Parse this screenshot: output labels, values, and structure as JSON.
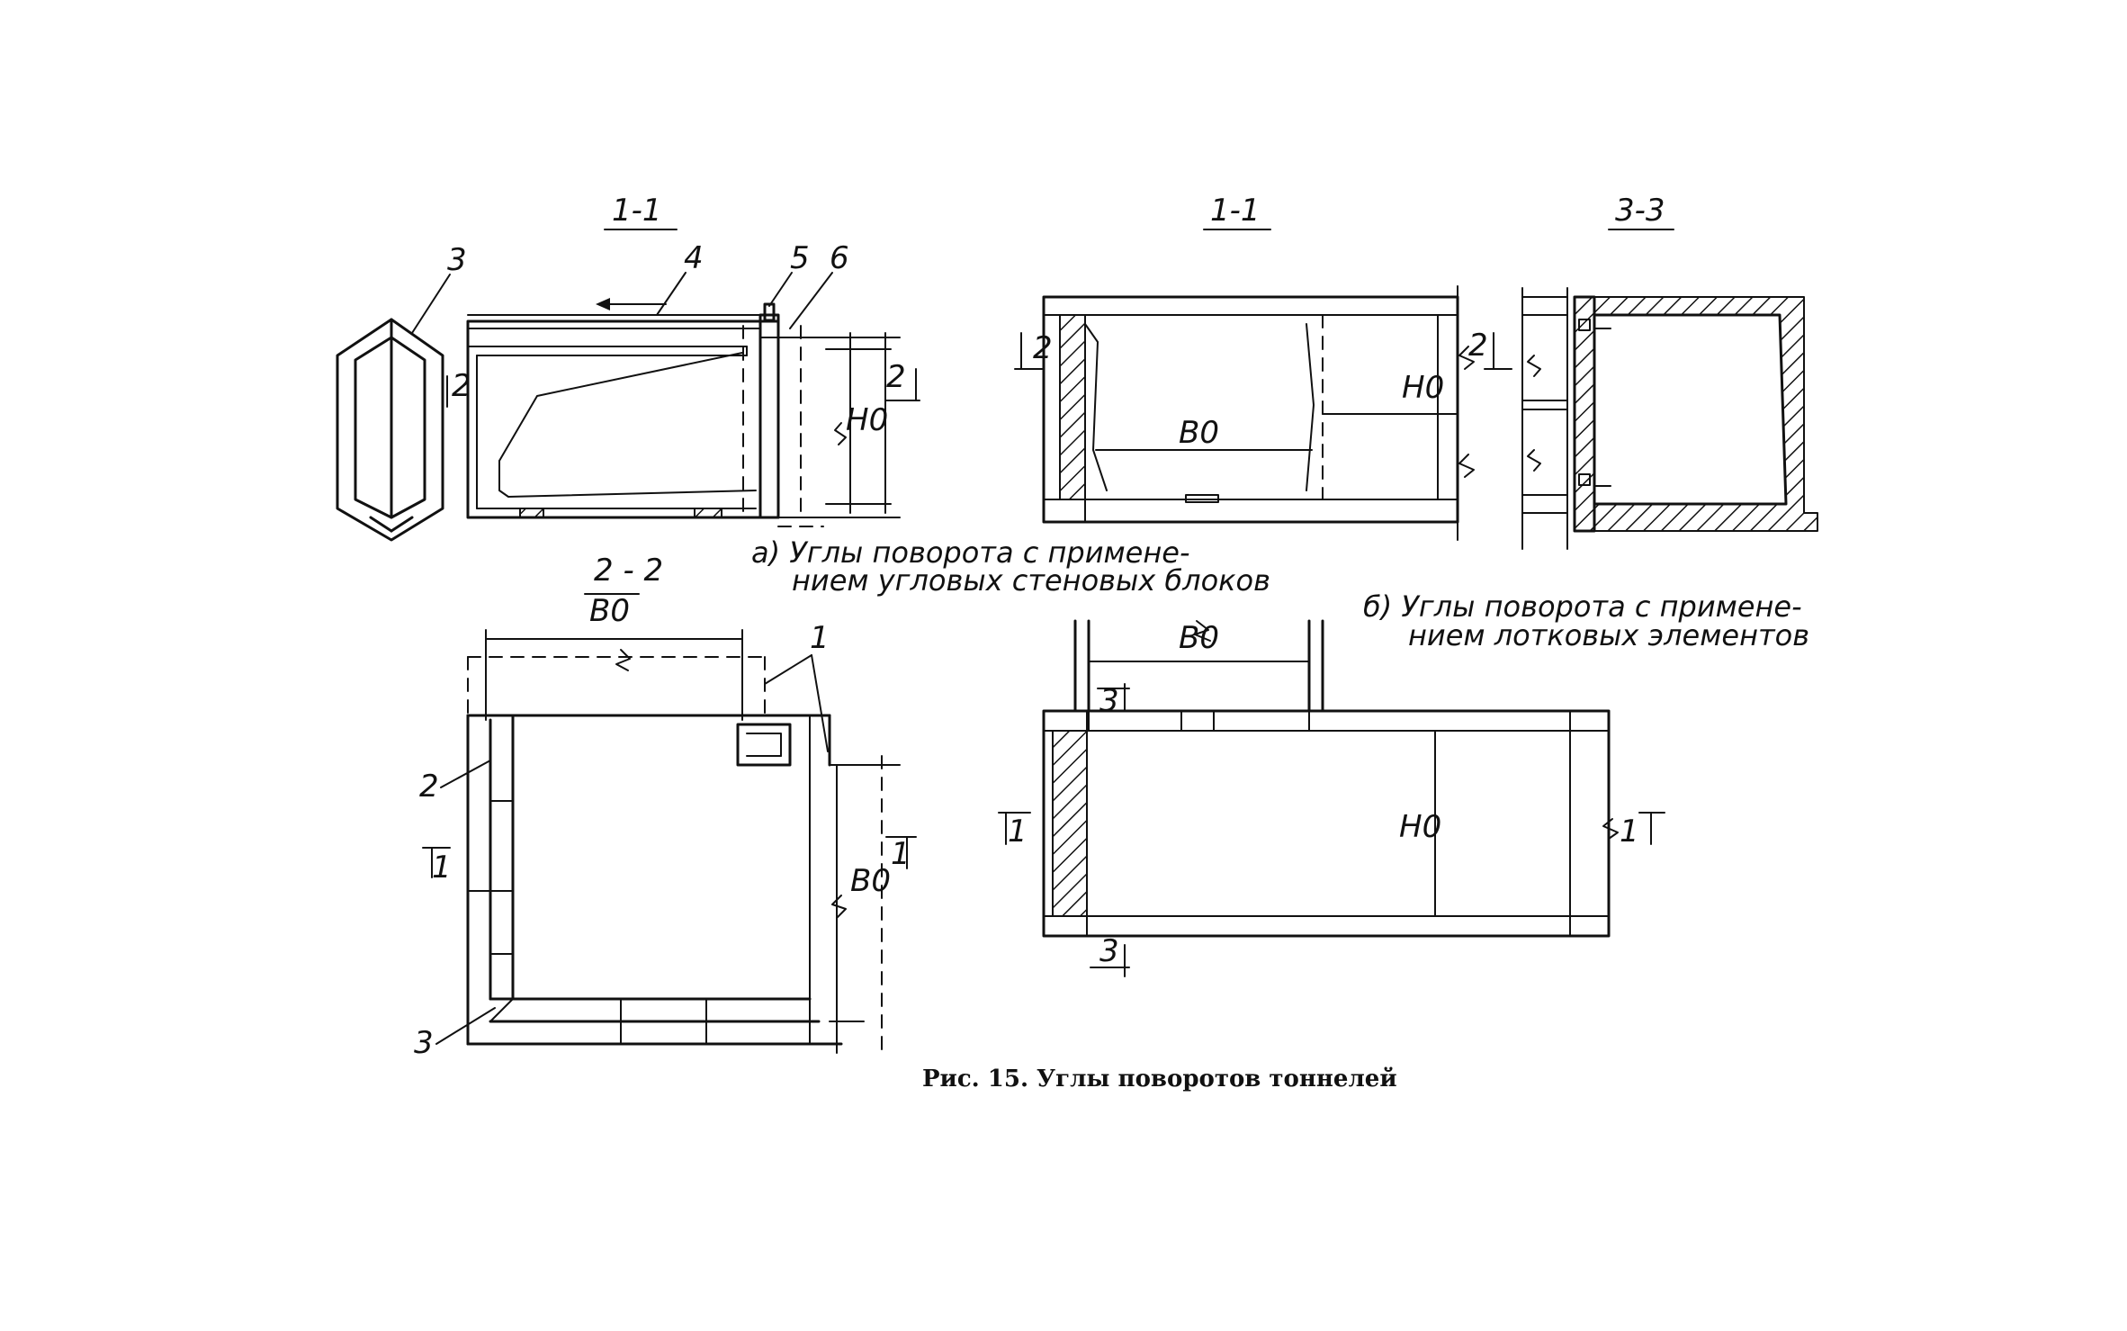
{
  "section_titles": {
    "s_1_1_left": "1-1",
    "s_1_1_right": "1-1",
    "s_3_3": "3-3",
    "s_2_2": "2 - 2"
  },
  "callouts": {
    "n1": "1",
    "n2": "2",
    "n3": "3",
    "n4": "4",
    "n5": "5",
    "n6": "6"
  },
  "dimensions": {
    "h0": "H0",
    "b0": "B0"
  },
  "cut_marks": {
    "c1": "1",
    "c2": "2",
    "c3": "3"
  },
  "captions": {
    "a_line1": "а) Углы поворота с примене-",
    "a_line2": "нием угловых стеновых блоков",
    "b_line1": "б) Углы поворота с примене-",
    "b_line2": "нием лотковых элементов"
  },
  "figure_caption": "Рис. 15. Углы поворотов тоннелей"
}
